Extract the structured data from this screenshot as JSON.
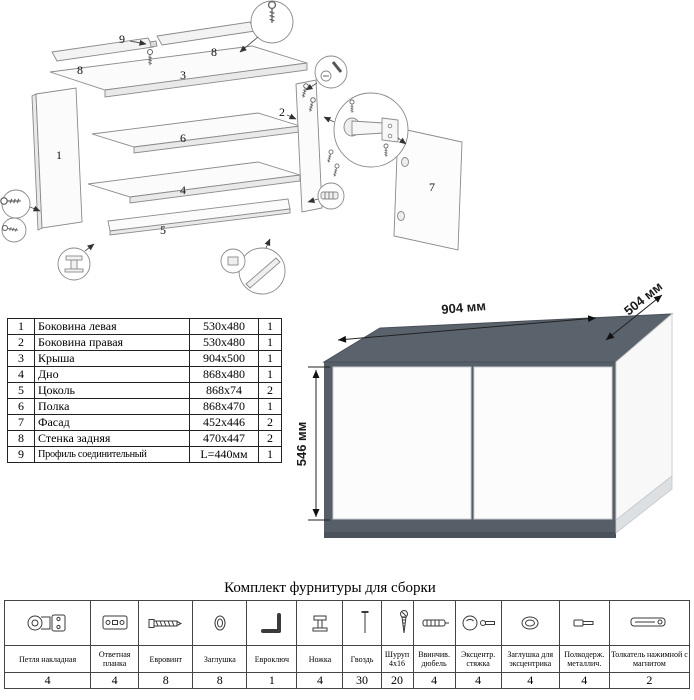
{
  "parts_table": {
    "rows": [
      {
        "num": "1",
        "name": "Боковина левая",
        "size": "530x480",
        "qty": "1"
      },
      {
        "num": "2",
        "name": "Боковина правая",
        "size": "530x480",
        "qty": "1"
      },
      {
        "num": "3",
        "name": "Крыша",
        "size": "904x500",
        "qty": "1"
      },
      {
        "num": "4",
        "name": "Дно",
        "size": "868x480",
        "qty": "1"
      },
      {
        "num": "5",
        "name": "Цоколь",
        "size": "868x74",
        "qty": "2"
      },
      {
        "num": "6",
        "name": "Полка",
        "size": "868x470",
        "qty": "1"
      },
      {
        "num": "7",
        "name": "Фасад",
        "size": "452x446",
        "qty": "2"
      },
      {
        "num": "8",
        "name": "Стенка задняя",
        "size": "470x447",
        "qty": "2"
      },
      {
        "num": "9",
        "name": "Профиль соединительный",
        "size": "L=440мм",
        "qty": "1"
      }
    ]
  },
  "dimensions": {
    "width": "904 мм",
    "depth": "504 мм",
    "height": "546 мм"
  },
  "diagram_labels": {
    "p1": "1",
    "p2": "2",
    "p3": "3",
    "p4": "4",
    "p5": "5",
    "p6": "6",
    "p7": "7",
    "p8a": "8",
    "p8b": "8",
    "p9": "9"
  },
  "hardware": {
    "title": "Комплект фурнитуры для сборки",
    "items": [
      {
        "name": "Петля накладная",
        "qty": "4",
        "icon": "hinge-icon"
      },
      {
        "name": "Ответная планка",
        "qty": "4",
        "icon": "strike-plate-icon"
      },
      {
        "name": "Евровинт",
        "qty": "8",
        "icon": "eurovint-icon"
      },
      {
        "name": "Заглушка",
        "qty": "8",
        "icon": "cap-icon"
      },
      {
        "name": "Евроключ",
        "qty": "1",
        "icon": "hex-key-icon"
      },
      {
        "name": "Ножка",
        "qty": "4",
        "icon": "foot-icon"
      },
      {
        "name": "Гвоздь",
        "qty": "30",
        "icon": "nail-icon"
      },
      {
        "name": "Шуруп 4x16",
        "qty": "20",
        "icon": "screw-icon"
      },
      {
        "name": "Ввинчив. дюбель",
        "qty": "4",
        "icon": "dowel-icon"
      },
      {
        "name": "Эксцентр. стяжка",
        "qty": "4",
        "icon": "cam-lock-icon"
      },
      {
        "name": "Заглушка для эксцентрика",
        "qty": "4",
        "icon": "cam-cap-icon"
      },
      {
        "name": "Полкодерж. металлич.",
        "qty": "4",
        "icon": "shelf-pin-icon"
      },
      {
        "name": "Толкатель нажимной с магнитом",
        "qty": "2",
        "icon": "push-opener-icon"
      }
    ]
  },
  "colors": {
    "cabinet_body": "#59616b",
    "cabinet_front": "#fdfdfd",
    "line_art": "#808080"
  }
}
